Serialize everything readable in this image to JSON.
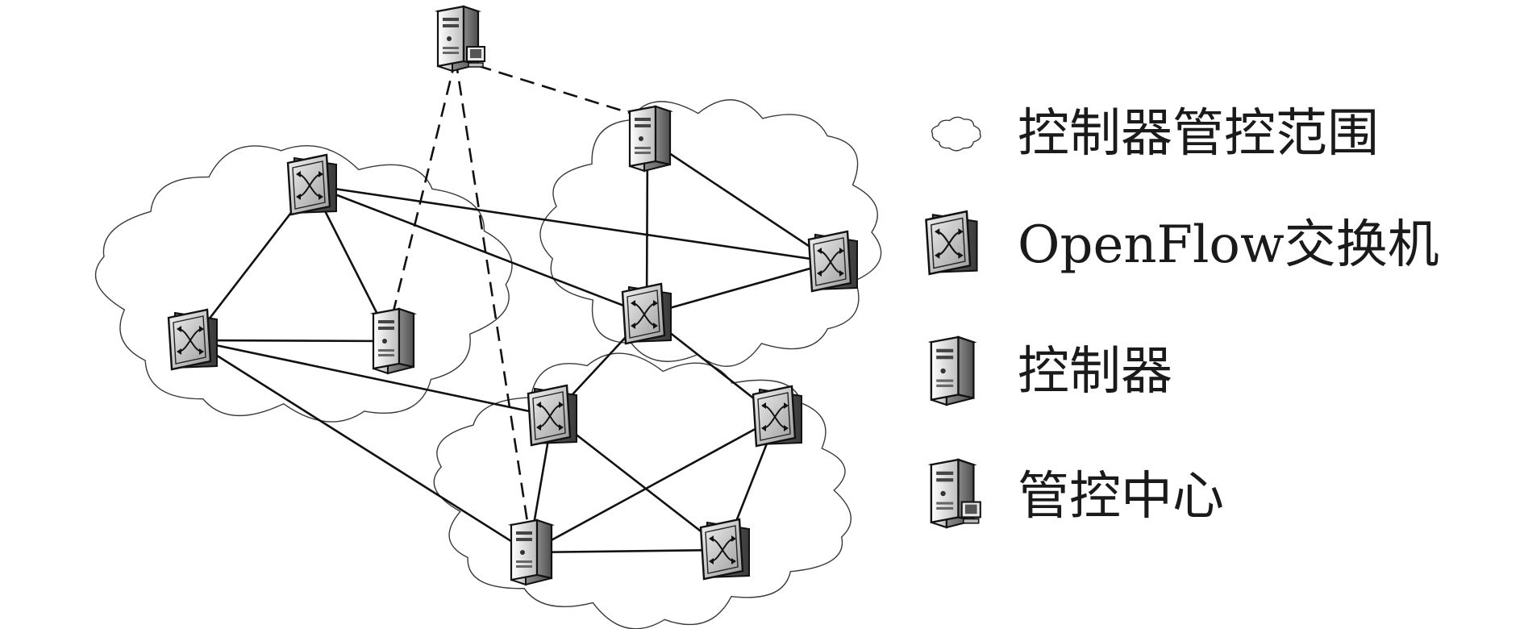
{
  "legend": {
    "items": [
      {
        "icon": "cloud-icon",
        "label": "控制器管控范围"
      },
      {
        "icon": "openflow-switch-icon",
        "label": "OpenFlow交换机"
      },
      {
        "icon": "controller-server-icon",
        "label": "控制器"
      },
      {
        "icon": "management-center-icon",
        "label": "管控中心"
      }
    ]
  },
  "network": {
    "domains": [
      "left-domain",
      "upper-right-domain",
      "bottom-domain"
    ],
    "nodes": [
      {
        "id": "mgmt",
        "type": "management"
      },
      {
        "id": "c1",
        "type": "controller",
        "domain": "upper-right-domain"
      },
      {
        "id": "c2",
        "type": "controller",
        "domain": "left-domain"
      },
      {
        "id": "c3",
        "type": "controller",
        "domain": "bottom-domain"
      },
      {
        "id": "s1",
        "type": "switch",
        "domain": "left-domain"
      },
      {
        "id": "s2",
        "type": "switch",
        "domain": "left-domain"
      },
      {
        "id": "s3",
        "type": "switch",
        "domain": "upper-right-domain"
      },
      {
        "id": "s4",
        "type": "switch",
        "domain": "upper-right-domain"
      },
      {
        "id": "s5",
        "type": "switch",
        "domain": "bottom-domain"
      },
      {
        "id": "s6",
        "type": "switch",
        "domain": "bottom-domain"
      },
      {
        "id": "s7",
        "type": "switch",
        "domain": "bottom-domain"
      }
    ],
    "links": [
      [
        "s1",
        "s2"
      ],
      [
        "s1",
        "c2"
      ],
      [
        "s2",
        "c2"
      ],
      [
        "s1",
        "s3"
      ],
      [
        "s1",
        "s4"
      ],
      [
        "c1",
        "s3"
      ],
      [
        "c1",
        "s4"
      ],
      [
        "s4",
        "s3"
      ],
      [
        "s2",
        "s5"
      ],
      [
        "s2",
        "c3"
      ],
      [
        "s4",
        "s5"
      ],
      [
        "s4",
        "s6"
      ],
      [
        "s5",
        "c3"
      ],
      [
        "s5",
        "s7"
      ],
      [
        "s6",
        "c3"
      ],
      [
        "s6",
        "s7"
      ],
      [
        "c3",
        "s7"
      ]
    ],
    "control_links": [
      [
        "mgmt",
        "c1"
      ],
      [
        "mgmt",
        "c2"
      ],
      [
        "mgmt",
        "c3"
      ]
    ]
  }
}
